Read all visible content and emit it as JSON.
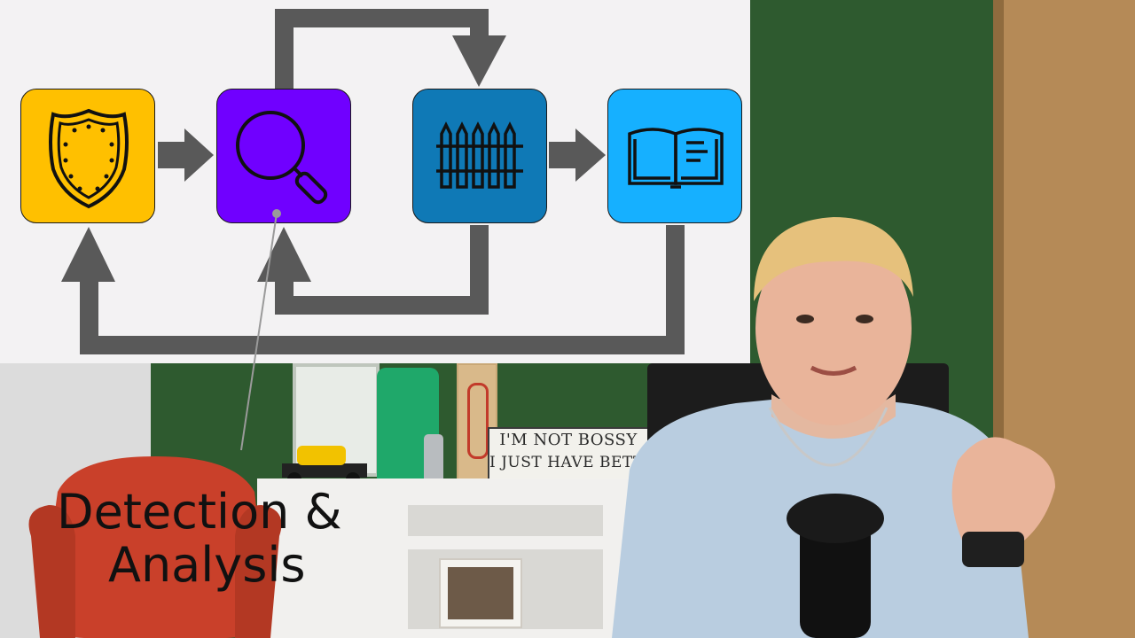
{
  "diagram": {
    "colors": {
      "panel": "#f3f2f3",
      "arrow": "#595959",
      "node_prepare": "#ffc000",
      "node_detect": "#7000ff",
      "node_contain": "#0f79b6",
      "node_lessons": "#16b0ff"
    },
    "nodes": [
      {
        "icon": "shield-icon"
      },
      {
        "icon": "magnifier-icon"
      },
      {
        "icon": "fence-icon"
      },
      {
        "icon": "open-book-icon"
      }
    ]
  },
  "caption": {
    "line1": "Detection &",
    "line2": "Analysis"
  },
  "background": {
    "plaque_line1": "I'M NOT BOSSY",
    "plaque_line2": "I JUST HAVE BETTER IDEAS"
  }
}
